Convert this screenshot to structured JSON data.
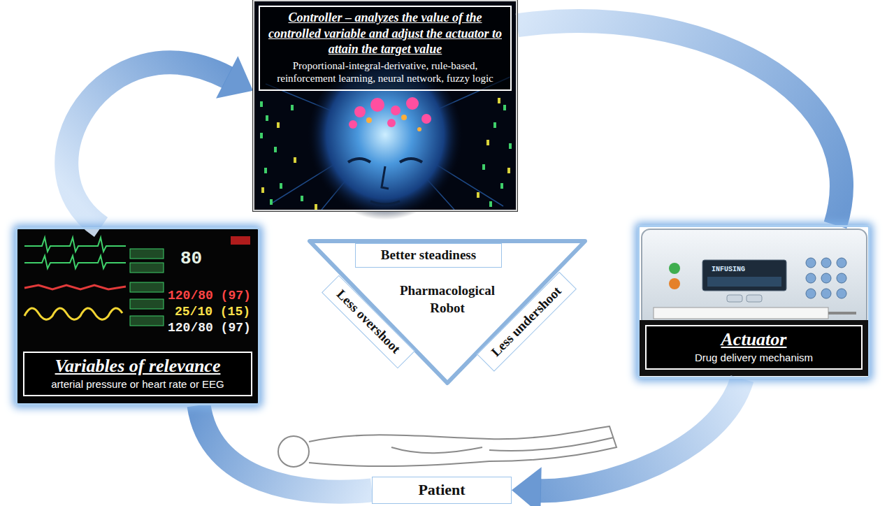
{
  "diagram": {
    "nodes": [
      {
        "text": [
          "Controller – analyzes the value of the controlled variable and adjust the actuator to attain the target value",
          "Proportional-integral-derivative, rule-based, reinforcement learning, neural network, fuzzy logic"
        ]
      },
      {
        "text": [
          "Variables of relevance",
          "arterial pressure or heart rate or EEG"
        ]
      },
      {
        "text": [
          "Pharmacological Robot"
        ]
      },
      {
        "text": [
          "Better steadiness"
        ],
        "in": 2
      },
      {
        "text": [
          "Less overshoot"
        ],
        "in": 2
      },
      {
        "text": [
          "Less undershoot"
        ],
        "in": 2
      },
      {
        "text": [
          "Actuator",
          "Drug delivery mechanism"
        ]
      },
      {
        "text": [
          "Patient"
        ]
      }
    ],
    "edges": [
      {
        "from": 0,
        "to": 6,
        "arrow": "none"
      },
      {
        "from": 6,
        "to": 7,
        "arrow": "to"
      },
      {
        "from": 7,
        "to": 1,
        "arrow": "none"
      },
      {
        "from": 1,
        "to": 0,
        "arrow": "to"
      }
    ],
    "labels": [
      "80",
      "120/80 (97)",
      "25/10 (15)",
      "120/80 (97)",
      "INFUSING"
    ]
  }
}
